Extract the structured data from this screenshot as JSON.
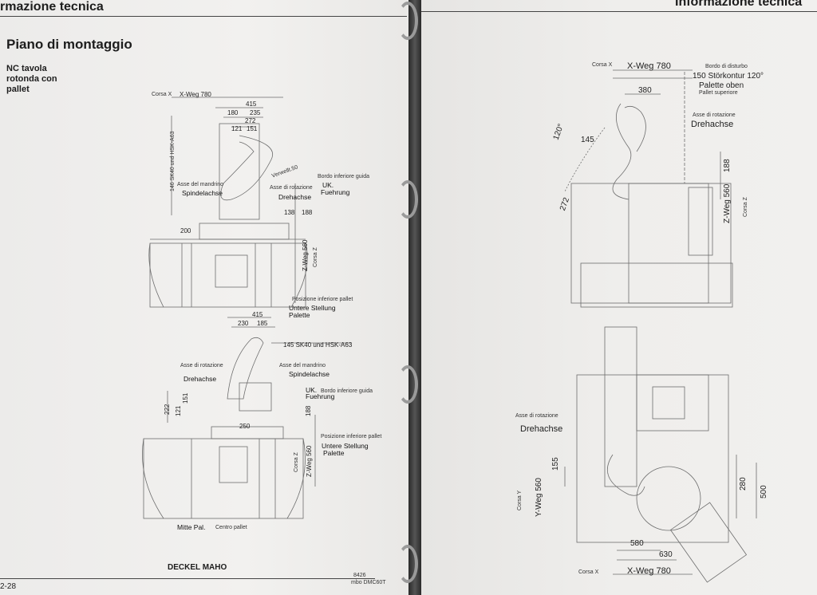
{
  "left_page": {
    "header": "rmazione tecnica",
    "title": "Piano di montaggio",
    "subtitle": "NC tavola rotonda con pallet",
    "footer_brand": "DECKEL MAHO",
    "footer_page": "2-28",
    "footer_code": "8426",
    "footer_model": "mbo DMC60T",
    "top_view": {
      "corsa_x": "Corsa X",
      "x_weg": "X-Weg 780",
      "d415": "415",
      "d180": "180",
      "d235": "235",
      "d272": "272",
      "d121": "121",
      "d151": "151",
      "sk40": "146 SK40 und HSK-A63",
      "verweg": "Verwellt.50",
      "asse_mandrino": "Asse del mandrino",
      "spindelachse": "Spindelachse",
      "asse_rotazione": "Asse di rotazione",
      "drehachse": "Drehachse",
      "bordo_guida": "Bordo inferiore guida",
      "uk": "UK.",
      "fuehrung": "Fuehrung",
      "d138": "138",
      "d188": "188",
      "d200": "200",
      "z_weg": "Z-Weg 560",
      "corsa_z": "Corsa Z",
      "pos_pallet": "Posizione inferiore pallet",
      "untere": "Untere Stellung",
      "palette": "Palette"
    },
    "bottom_view": {
      "d415": "415",
      "d230": "230",
      "d185": "185",
      "sk40": "145 SK40 und HSK-A63",
      "asse_rotazione": "Asse di rotazione",
      "drehachse": "Drehachse",
      "asse_mandrino": "Asse del mandrino",
      "spindelachse": "Spindelachse",
      "uk": "UK.",
      "fuehrung": "Fuehrung",
      "bordo_guida": "Bordo inferiore guida",
      "d222": "222",
      "d121": "121",
      "d151": "151",
      "d250": "250",
      "d188": "188",
      "z_weg": "Z-Weg 560",
      "corsa_z": "Corsa Z",
      "pos_pallet": "Posizione inferiore pallet",
      "untere": "Untere Stellung",
      "palette": "Palette",
      "mitte_pal": "Mitte Pal.",
      "centro_pallet": "Centro pallet"
    }
  },
  "right_page": {
    "header": "Informazione tecnica",
    "top_view": {
      "corsa_x": "Corsa X",
      "x_weg": "X-Weg 780",
      "bordo_disturbo": "Bordo di disturbo",
      "stoerkontur": "150 Störkontur 120°",
      "palette_oben": "Palette oben",
      "pallet_superiore": "Pallet superiore",
      "d380": "380",
      "asse_rotazione": "Asse di rotazione",
      "drehachse": "Drehachse",
      "angle120": "120°",
      "d145": "145",
      "d272": "272",
      "d188": "188",
      "z_weg": "Z-Weg 560",
      "corsa_z": "Corsa Z"
    },
    "bottom_view": {
      "asse_rotazione": "Asse di rotazione",
      "drehachse": "Drehachse",
      "d155": "155",
      "y_weg": "Y-Weg 560",
      "corsa_y": "Corsa Y",
      "d280": "280",
      "d500": "500",
      "d580": "580",
      "d630": "630",
      "corsa_x": "Corsa X",
      "x_weg": "X-Weg 780"
    }
  }
}
